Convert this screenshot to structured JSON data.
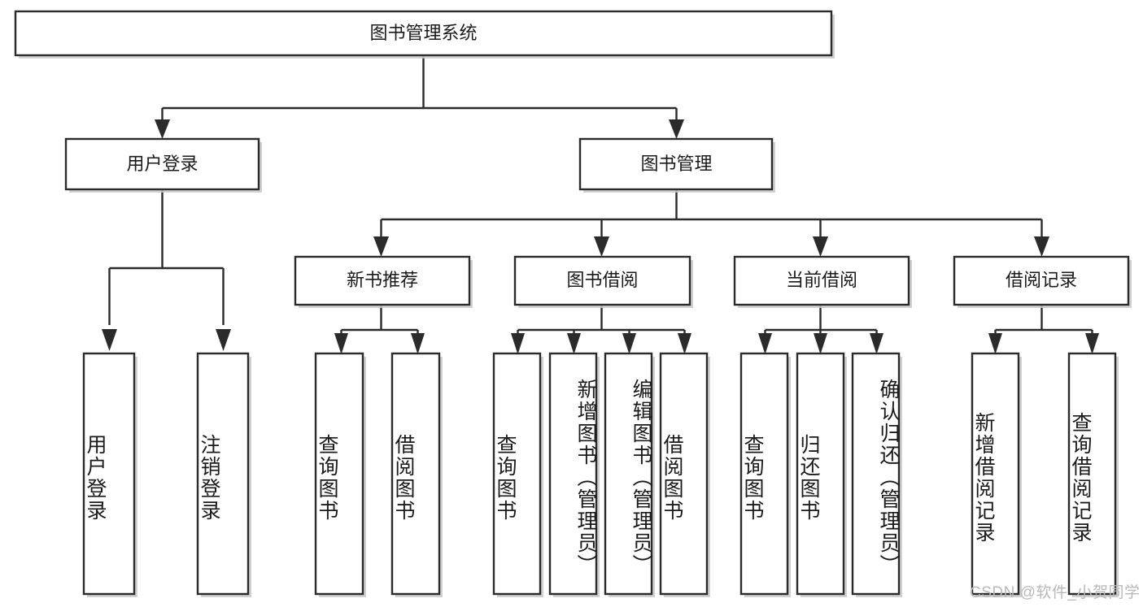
{
  "diagram": {
    "type": "tree-hierarchy",
    "title": "图书管理系统",
    "root": {
      "id": "root",
      "label": "图书管理系统",
      "level": 0
    },
    "level2": [
      {
        "id": "user-login",
        "label": "用户登录"
      },
      {
        "id": "book-management",
        "label": "图书管理"
      }
    ],
    "level3": [
      {
        "id": "new-book-recommend",
        "label": "新书推荐",
        "parent": "book-management"
      },
      {
        "id": "book-borrow",
        "label": "图书借阅",
        "parent": "book-management"
      },
      {
        "id": "current-borrow",
        "label": "当前借阅",
        "parent": "book-management"
      },
      {
        "id": "borrow-record",
        "label": "借阅记录",
        "parent": "book-management"
      }
    ],
    "leaves": [
      {
        "id": "leaf-user-login",
        "label": "用户登录",
        "parent": "user-login"
      },
      {
        "id": "leaf-logout-login",
        "label": "注销登录",
        "parent": "user-login"
      },
      {
        "id": "leaf-query-book-1",
        "label": "查询图书",
        "parent": "new-book-recommend"
      },
      {
        "id": "leaf-borrow-book-1",
        "label": "借阅图书",
        "parent": "new-book-recommend"
      },
      {
        "id": "leaf-query-book-2",
        "label": "查询图书",
        "parent": "book-borrow"
      },
      {
        "id": "leaf-add-book",
        "label": "新增图书（管理员）",
        "parent": "book-borrow"
      },
      {
        "id": "leaf-edit-book",
        "label": "编辑图书（管理员）",
        "parent": "book-borrow"
      },
      {
        "id": "leaf-borrow-book-2",
        "label": "借阅图书",
        "parent": "book-borrow"
      },
      {
        "id": "leaf-query-book-3",
        "label": "查询图书",
        "parent": "current-borrow"
      },
      {
        "id": "leaf-return-book",
        "label": "归还图书",
        "parent": "current-borrow"
      },
      {
        "id": "leaf-confirm-return",
        "label": "确认归还（管理员）",
        "parent": "current-borrow"
      },
      {
        "id": "leaf-add-borrow-record",
        "label": "新增借阅记录",
        "parent": "borrow-record"
      },
      {
        "id": "leaf-query-borrow-record",
        "label": "查询借阅记录",
        "parent": "borrow-record"
      }
    ],
    "watermark": "CSDN @软件_小贺同学",
    "colors": {
      "stroke": "#2b2b2b",
      "fill": "#ffffff",
      "text": "#1a1a1a",
      "shadow": "#c9c9c9",
      "watermark": "#b9b9b9",
      "background": "#ffffff"
    }
  }
}
